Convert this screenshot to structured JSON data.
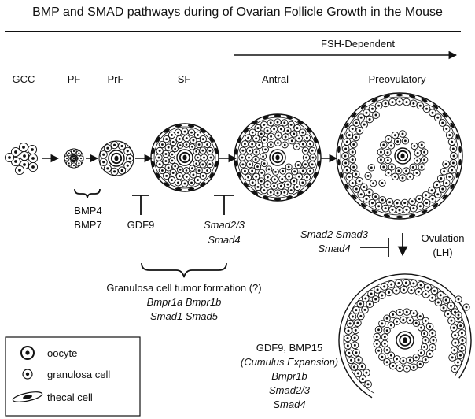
{
  "title": "BMP and SMAD pathways during of Ovarian Follicle Growth in the Mouse",
  "fsh_label": "FSH-Dependent",
  "stages": [
    "GCC",
    "PF",
    "PrF",
    "SF",
    "Antral",
    "Preovulatory"
  ],
  "regulators": {
    "bmp_group": [
      "BMP4",
      "BMP7"
    ],
    "gdf9": "GDF9",
    "smad_sf": [
      "Smad2/3",
      "Smad4"
    ],
    "smad_preov": [
      "Smad2 Smad3",
      "Smad4"
    ],
    "ovulation": [
      "Ovulation",
      "(LH)"
    ]
  },
  "tumor": {
    "title": "Granulosa cell tumor formation (?)",
    "genes1": "Bmpr1a Bmpr1b",
    "genes2": "Smad1 Smad5"
  },
  "ovulated": {
    "lines": [
      "GDF9, BMP15",
      "(Cumulus Expansion)",
      "Bmpr1b",
      "Smad2/3",
      "Smad4"
    ]
  },
  "legend": {
    "items": [
      {
        "icon": "oocyte-icon",
        "label": "oocyte"
      },
      {
        "icon": "granulosa-cell-icon",
        "label": "granulosa cell"
      },
      {
        "icon": "thecal-cell-icon",
        "label": "thecal cell"
      }
    ]
  },
  "colors": {
    "ink": "#111111",
    "background": "#ffffff"
  }
}
